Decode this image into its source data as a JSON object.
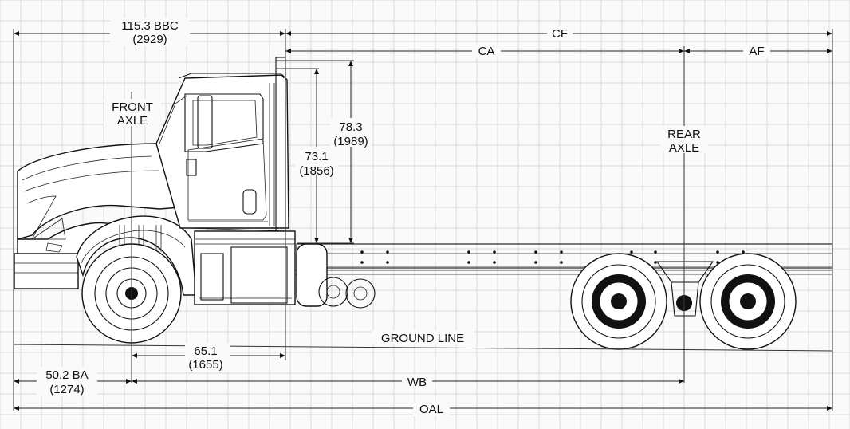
{
  "dimensions": {
    "bbc": {
      "value": "115.3 BBC",
      "metric": "(2929)"
    },
    "cf": {
      "label": "CF"
    },
    "ca": {
      "label": "CA"
    },
    "af": {
      "label": "AF"
    },
    "cab_height_1": {
      "value": "78.3",
      "metric": "(1989)"
    },
    "cab_height_2": {
      "value": "73.1",
      "metric": "(1856)"
    },
    "axle_to_cab": {
      "value": "65.1",
      "metric": "(1655)"
    },
    "ba": {
      "value": "50.2 BA",
      "metric": "(1274)"
    },
    "wb": {
      "label": "WB"
    },
    "oal": {
      "label": "OAL"
    }
  },
  "labels": {
    "front_axle_line1": "FRONT",
    "front_axle_line2": "AXLE",
    "rear_axle_line1": "REAR",
    "rear_axle_line2": "AXLE",
    "ground_line": "GROUND LINE"
  }
}
